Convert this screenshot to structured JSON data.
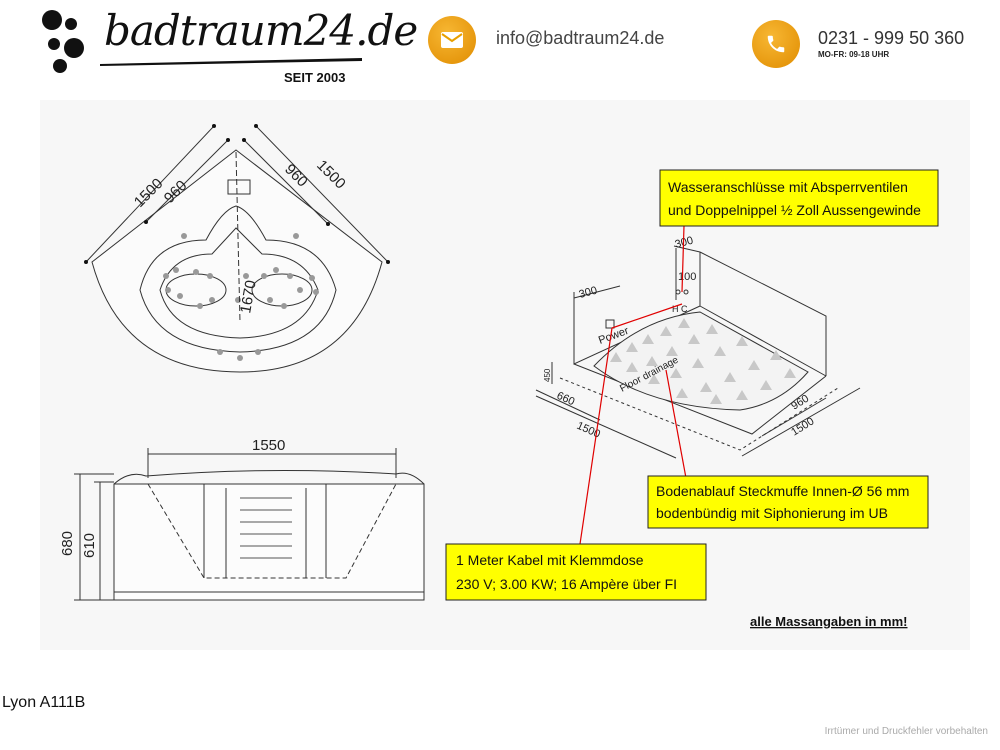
{
  "header": {
    "brand": "badtraum24.de",
    "since": "SEIT 2003",
    "email": "info@badtraum24.de",
    "phone": "0231 - 999 50 360",
    "hours": "MO-FR: 09-18 UHR"
  },
  "top_view": {
    "dim_outer_left": "1500",
    "dim_inner_left": "960",
    "dim_inner_right": "960",
    "dim_outer_right": "1500",
    "dim_diagonal": "1670"
  },
  "front_view": {
    "dim_length": "1550",
    "dim_height_total": "680",
    "dim_height_inner": "610"
  },
  "iso_view": {
    "dim_300_left": "300",
    "dim_300_top": "300",
    "dim_100": "100",
    "hc_label": "H C",
    "power_label": "Power",
    "floor_label": "Floor drainage",
    "dim_450": "450",
    "dim_660": "660",
    "dim_1500_left": "1500",
    "dim_960": "960",
    "dim_1500_right": "1500"
  },
  "callouts": {
    "water_line1": "Wasseranschlüsse mit Absperrventilen",
    "water_line2": "und Doppelnippel ½ Zoll Aussengewinde",
    "drain_line1": "Bodenablauf Steckmuffe Innen-Ø 56 mm",
    "drain_line2": "bodenbündig mit Siphonierung im UB",
    "cable_line1": "1 Meter Kabel mit Klemmdose",
    "cable_line2": "230 V; 3.00 KW; 16 Ampère über FI",
    "note": "alle Massangaben in mm!"
  },
  "product_name": "Lyon A111B",
  "disclaimer": "Irrtümer und Druckfehler vorbehalten",
  "colors": {
    "accent": "#f0a500",
    "callout_bg": "#ffff00",
    "leader": "#e00000"
  }
}
